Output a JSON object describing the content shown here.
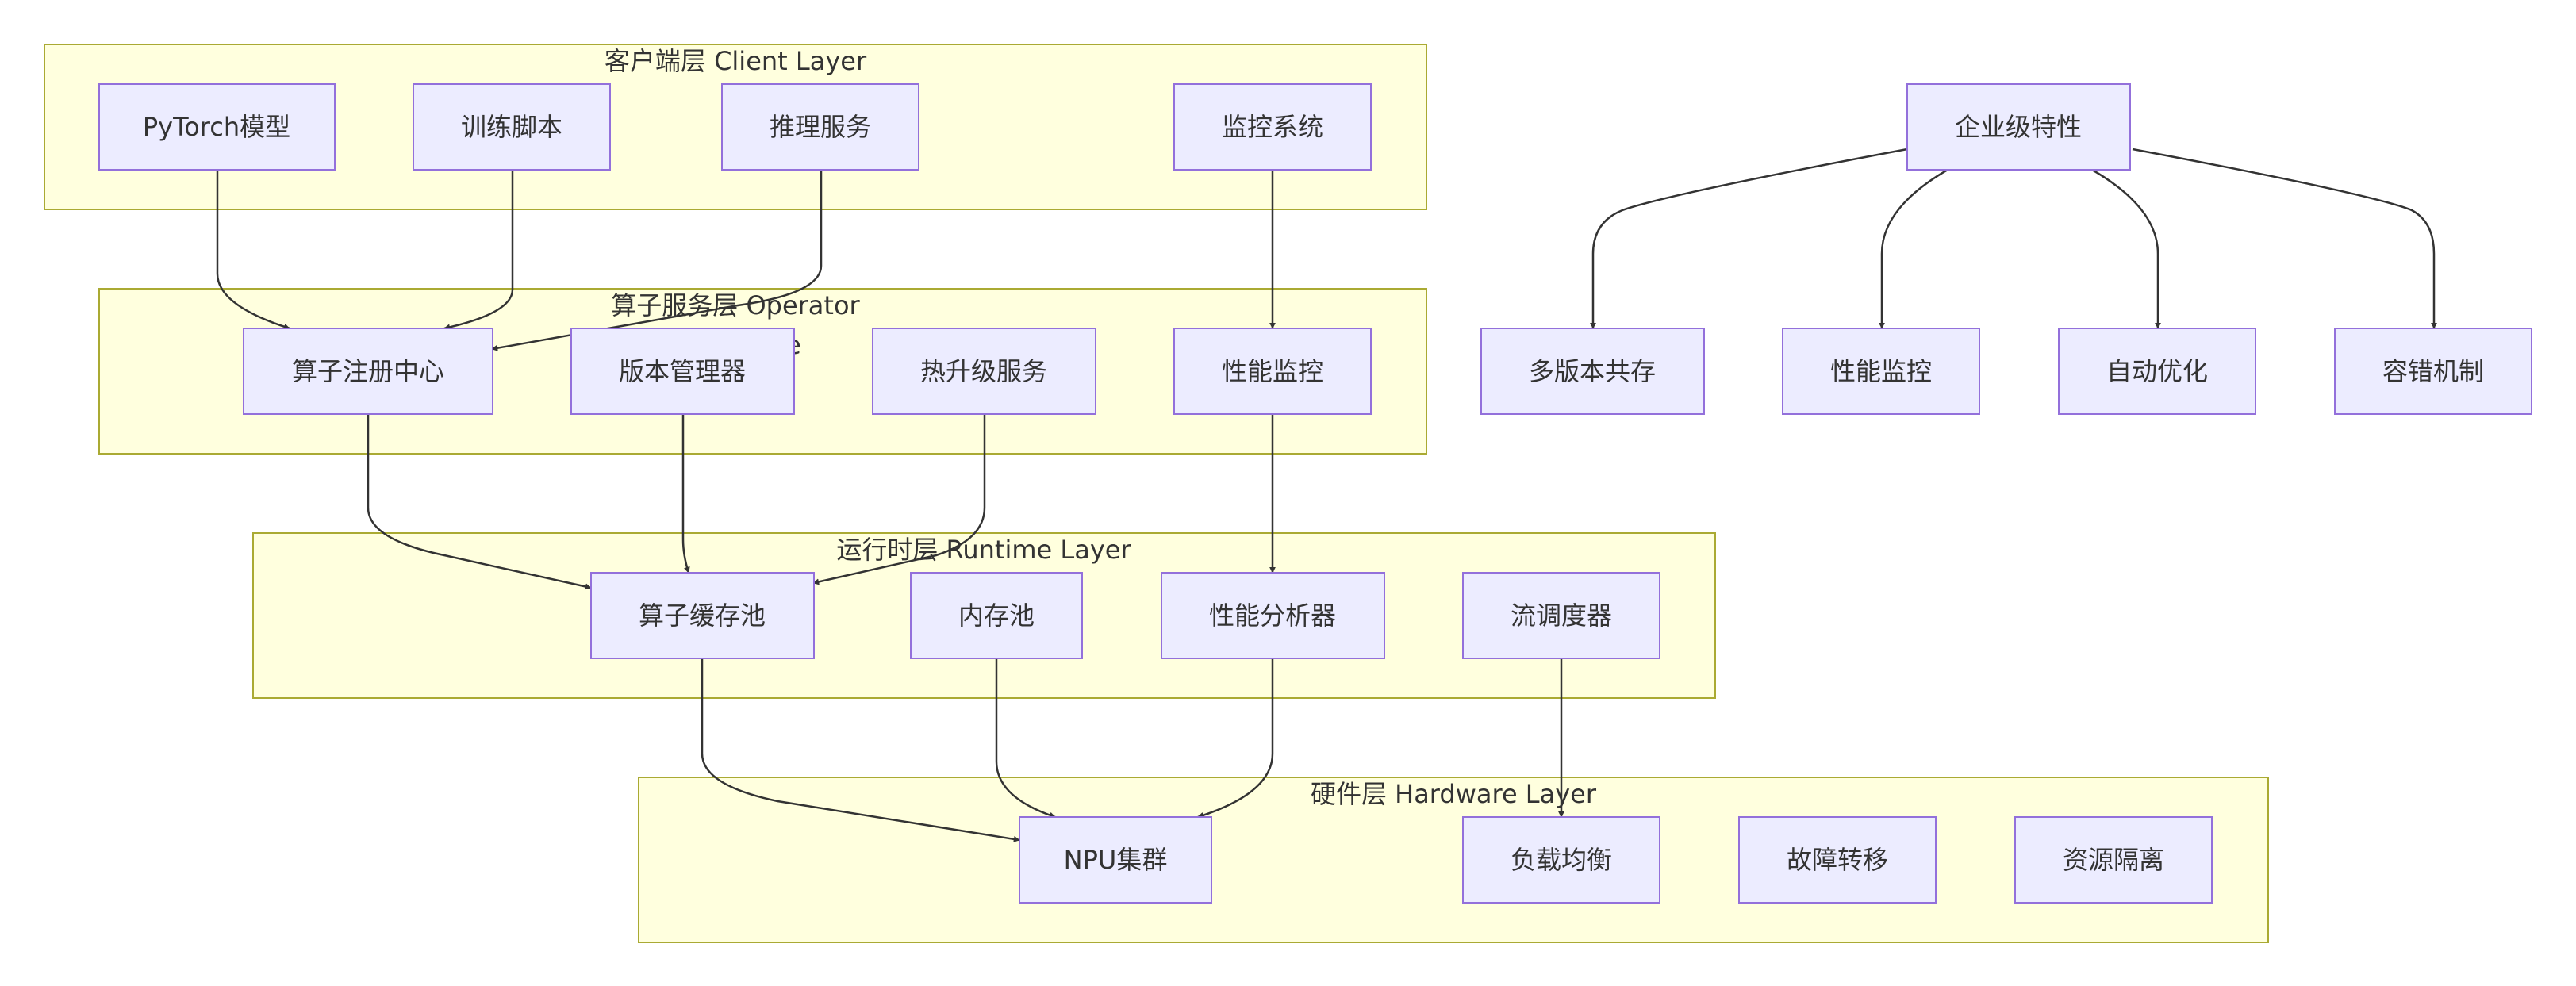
{
  "clusters": [
    {
      "id": "client",
      "label": "客户端层 Client Layer"
    },
    {
      "id": "operator",
      "label": "算子服务层 Operator",
      "label2": "e"
    },
    {
      "id": "runtime",
      "label": "运行时层 Runtime Layer"
    },
    {
      "id": "hardware",
      "label": "硬件层 Hardware Layer"
    }
  ],
  "nodes": {
    "pytorch": "PyTorch模型",
    "train": "训练脚本",
    "infer": "推理服务",
    "monitor_sys": "监控系统",
    "registry": "算子注册中心",
    "version": "版本管理器",
    "hotupgrade": "热升级服务",
    "perf_mon": "性能监控",
    "opcache": "算子缓存池",
    "mempool": "内存池",
    "profiler": "性能分析器",
    "stream": "流调度器",
    "npu": "NPU集群",
    "loadbal": "负载均衡",
    "failover": "故障转移",
    "isolation": "资源隔离",
    "enterprise": "企业级特性",
    "multiver": "多版本共存",
    "perf_mon2": "性能监控",
    "autoopt": "自动优化",
    "faulttol": "容错机制"
  },
  "edges": [
    [
      "pytorch",
      "registry"
    ],
    [
      "train",
      "registry"
    ],
    [
      "infer",
      "registry"
    ],
    [
      "monitor_sys",
      "perf_mon"
    ],
    [
      "registry",
      "opcache"
    ],
    [
      "version",
      "opcache"
    ],
    [
      "hotupgrade",
      "opcache"
    ],
    [
      "perf_mon",
      "profiler"
    ],
    [
      "opcache",
      "npu"
    ],
    [
      "mempool",
      "npu"
    ],
    [
      "profiler",
      "npu"
    ],
    [
      "stream",
      "loadbal"
    ],
    [
      "enterprise",
      "multiver"
    ],
    [
      "enterprise",
      "perf_mon2"
    ],
    [
      "enterprise",
      "autoopt"
    ],
    [
      "enterprise",
      "faulttol"
    ]
  ],
  "colors": {
    "cluster_fill": "#ffffde",
    "cluster_stroke": "#aaaa33",
    "node_fill": "#ececff",
    "node_stroke": "#9370db",
    "edge": "#333333",
    "text": "#333333"
  }
}
